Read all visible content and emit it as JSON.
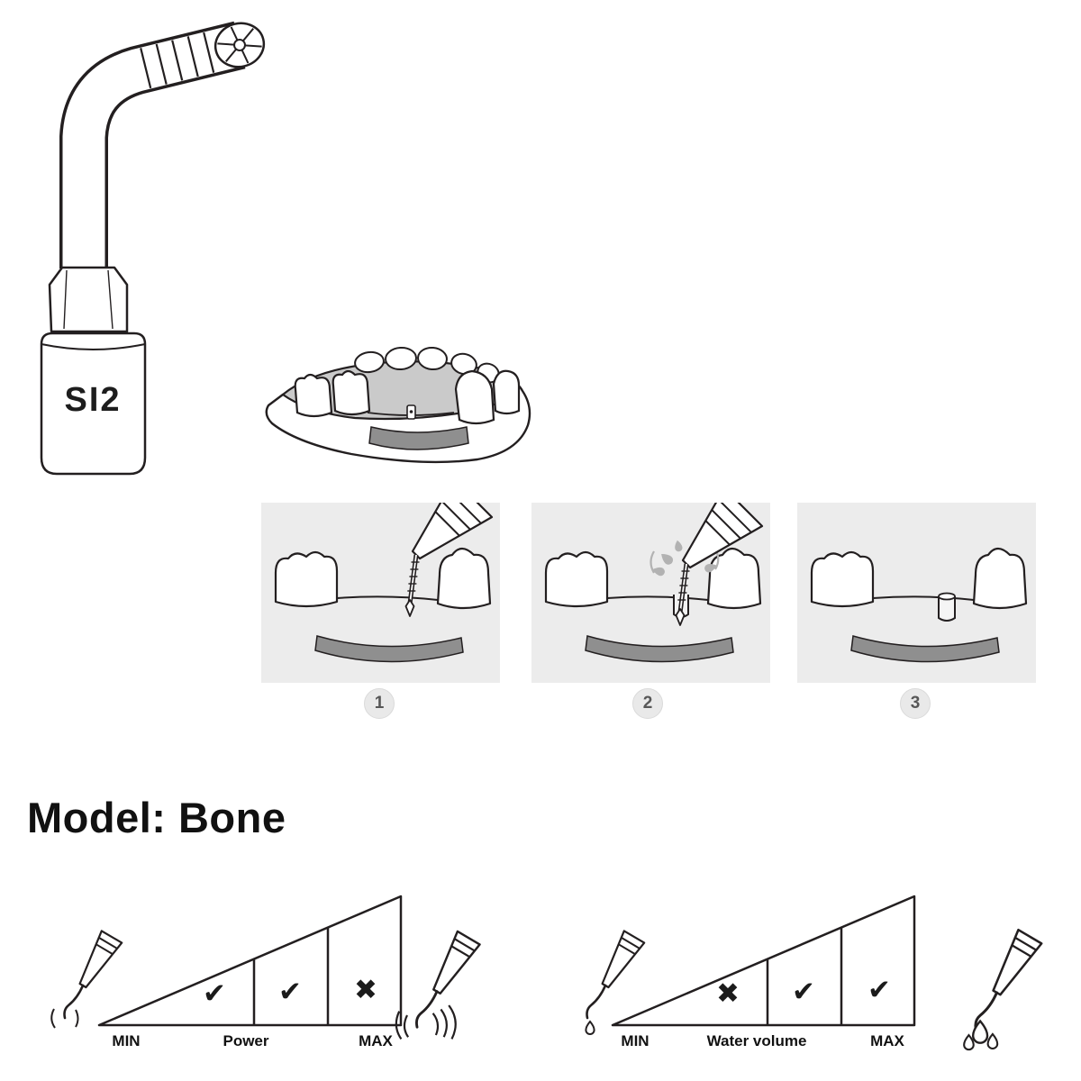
{
  "tip": {
    "label": "SI2"
  },
  "steps": {
    "s1": "1",
    "s2": "2",
    "s3": "3"
  },
  "model": {
    "title": "Model: Bone"
  },
  "power_gauge": {
    "min": "MIN",
    "name": "Power",
    "max": "MAX",
    "c1": "✔",
    "c2": "✔",
    "c3": "✖"
  },
  "water_gauge": {
    "min": "MIN",
    "name": "Water volume",
    "max": "MAX",
    "c1": "✖",
    "c2": "✔",
    "c3": "✔"
  },
  "gauges_summary": {
    "power_levels": [
      "low:allowed",
      "mid:allowed",
      "max:not-allowed"
    ],
    "water_levels": [
      "low:not-allowed",
      "mid:allowed",
      "max:allowed"
    ]
  },
  "colors": {
    "ink": "#231f20",
    "panel_bg": "#ececec",
    "bone_gray": "#8f8f8f",
    "plate_gray": "#cacaca",
    "badge_bg": "#e9e9e9"
  },
  "icons": {
    "check": "✔",
    "cross": "✖",
    "vibration_waves": "arcs",
    "water_drop": "teardrop"
  }
}
